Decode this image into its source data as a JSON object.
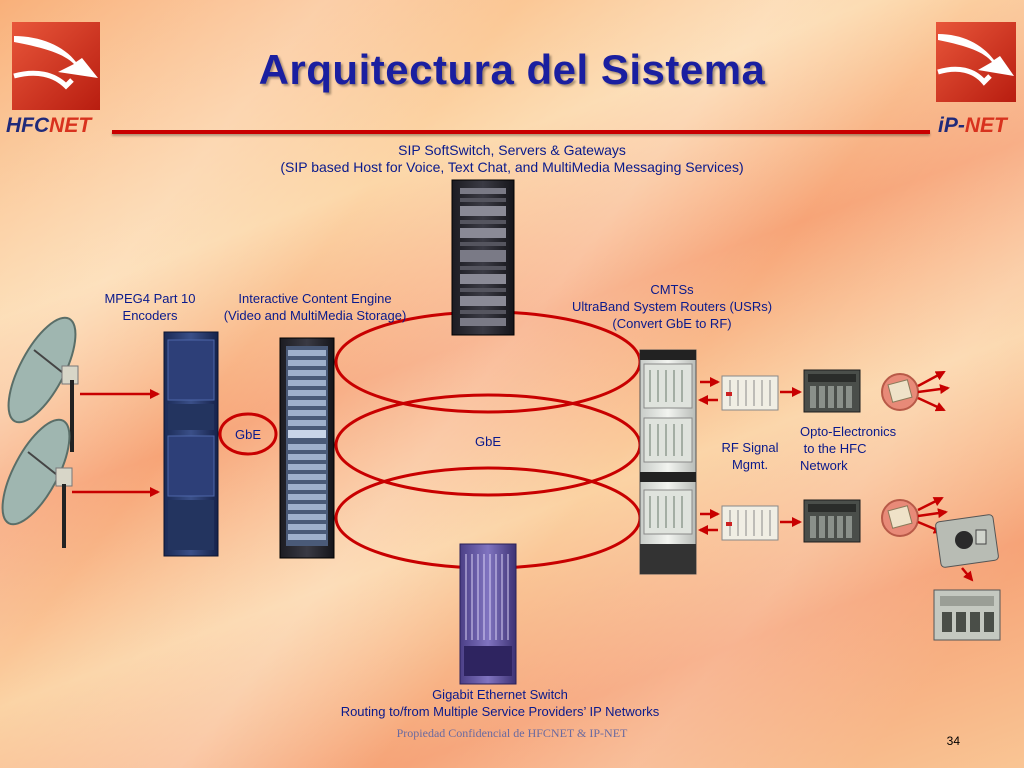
{
  "slide": {
    "title": "Arquitectura del Sistema",
    "footer": "Propiedad Confidencial de HFCNET & IP-NET",
    "page_number": "34"
  },
  "logos": {
    "left": {
      "prefix": "HFC",
      "suffix": "NET"
    },
    "right": {
      "prefix": "iP",
      "suffix": "NET"
    }
  },
  "labels": {
    "sip_line1": "SIP SoftSwitch, Servers  & Gateways",
    "sip_line2": "(SIP based Host for Voice, Text Chat, and MultiMedia Messaging Services)",
    "encoders_line1": "MPEG4 Part 10",
    "encoders_line2": "Encoders",
    "ice_line1": "Interactive Content Engine",
    "ice_line2": "(Video and MultiMedia Storage)",
    "cmts_line1": "CMTSs",
    "cmts_line2": "UltraBand System Routers (USRs)",
    "cmts_line3": "(Convert GbE to RF)",
    "gbe_left": "GbE",
    "gbe_center": "GbE",
    "rf_line1": "RF Signal",
    "rf_line2": "Mgmt.",
    "opto_line1": "Opto-Electronics",
    "opto_line2": " to the HFC",
    "opto_line3": "Network",
    "switch_line1": "Gigabit Ethernet Switch",
    "switch_line2": "Routing to/from Multiple Service Providers’ IP Networks"
  },
  "colors": {
    "title": "#1a1fa0",
    "label_text": "#0a1a8c",
    "ring": "#c80000",
    "rule": "#c90000",
    "logo_red": "#d8321e"
  }
}
